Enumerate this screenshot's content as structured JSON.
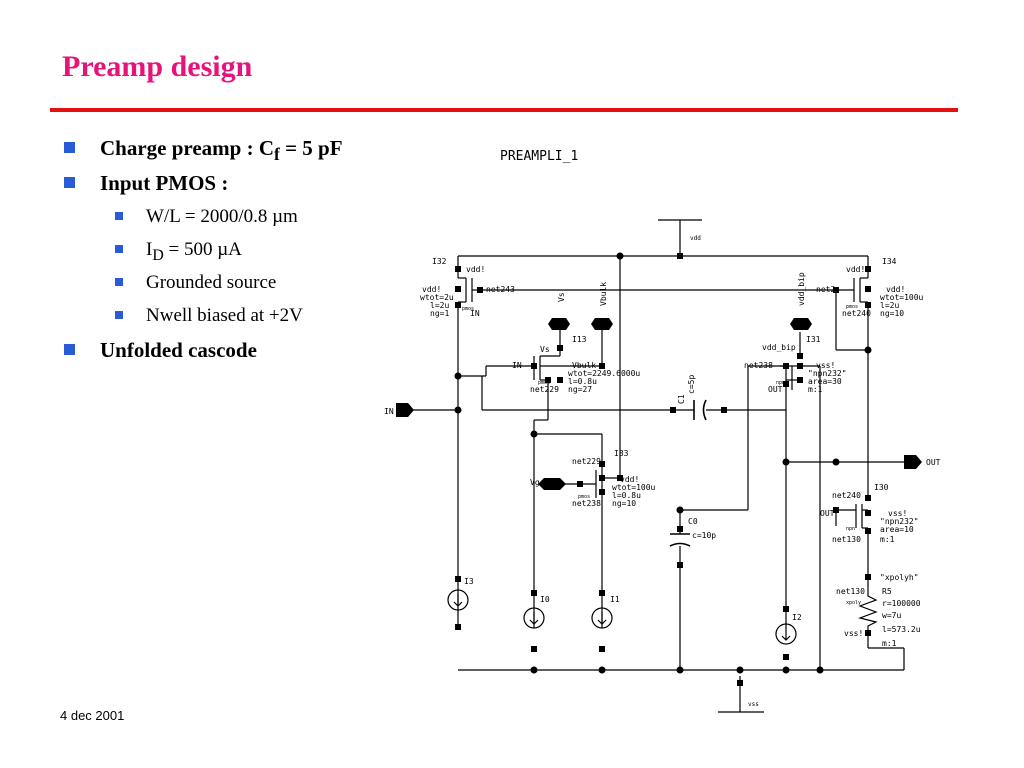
{
  "slide": {
    "title": "Preamp design",
    "footer_date": "4 dec 2001"
  },
  "bullets": [
    {
      "text": "Charge preamp : C",
      "sub": "f",
      "after": " = 5 pF"
    },
    {
      "text": "Input PMOS :",
      "sub": "",
      "after": ""
    },
    {
      "text": "W/L = 2000/0.8 µm",
      "sub": "",
      "after": ""
    },
    {
      "text": "I",
      "sub": "D",
      "after": " = 500 µA"
    },
    {
      "text": "Grounded source",
      "sub": "",
      "after": ""
    },
    {
      "text": "Nwell biased at +2V",
      "sub": "",
      "after": ""
    },
    {
      "text": "Unfolded cascode",
      "sub": "",
      "after": ""
    }
  ],
  "schematic": {
    "cell_name": "PREAMPLI_1",
    "supply_label": "vdd",
    "ground_label": "vss",
    "pins": {
      "in": "IN",
      "out": "OUT",
      "vs": "Vs",
      "vbulk": "Vbulk",
      "vdd_bip": "vdd_bip",
      "vg": "Vg"
    },
    "labels": {
      "i32": "I32",
      "i32_vdd1": "vdd!",
      "i32_vdd2": "vdd!",
      "i32_wtot": "wtot=2u",
      "i32_l": "l=2u",
      "i32_ng": "ng=1",
      "i32_net": "net243",
      "i32_type": "pmos",
      "i32_in": "IN",
      "i34": "I34",
      "i34_vdd1": "vdd!",
      "i34_vdd2": "vdd!",
      "i34_wtot": "wtot=100u",
      "i34_l": "l=2u",
      "i34_ng": "ng=10",
      "i34_net": "net2",
      "i34_net2": "net240",
      "i34_type": "pmos",
      "i13": "I13",
      "i13_vs": "Vs",
      "i13_in": "IN",
      "i13_vbulk": "Vbulk",
      "i13_wtot": "wtot=2249.6000u",
      "i13_l": "l=0.8u",
      "i13_ng": "ng=27",
      "i13_net": "net229",
      "i13_type": "pmos",
      "i31": "I31",
      "i31_vdd": "vdd_bip",
      "i31_net": "net238",
      "i31_vss": "vss!",
      "i31_model": "\"npn232\"",
      "i31_area": "area=30",
      "i31_m": "m:1",
      "i31_out": "OUT",
      "i31_type": "npn",
      "c1": "C1",
      "c1_val": "c=5p",
      "i33": "I33",
      "i33_net1": "net229",
      "i33_vdd": "vdd!",
      "i33_wtot": "wtot=100u",
      "i33_l": "l=0.8u",
      "i33_ng": "ng=10",
      "i33_net2": "net238",
      "i33_type": "pmos",
      "i33_vg": "Vg",
      "c0": "C0",
      "c0_val": "c=10p",
      "i30": "I30",
      "i30_net": "net240",
      "i30_out": "OUT",
      "i30_vss": "vss!",
      "i30_model": "\"npn232\"",
      "i30_area": "area=10",
      "i30_net2": "net130",
      "i30_m": "m:1",
      "i30_type": "npn",
      "r5_model": "\"xpolyh\"",
      "r5_net": "net130",
      "r5": "R5",
      "r5_r": "r=100000",
      "r5_w": "w=7u",
      "r5_l": "l=573.2u",
      "r5_vss": "vss!",
      "r5_m": "m:1",
      "r5_type": "xpoly",
      "i3": "I3",
      "i0": "I0",
      "i1": "I1",
      "i2": "I2",
      "out_pin": "OUT"
    }
  }
}
